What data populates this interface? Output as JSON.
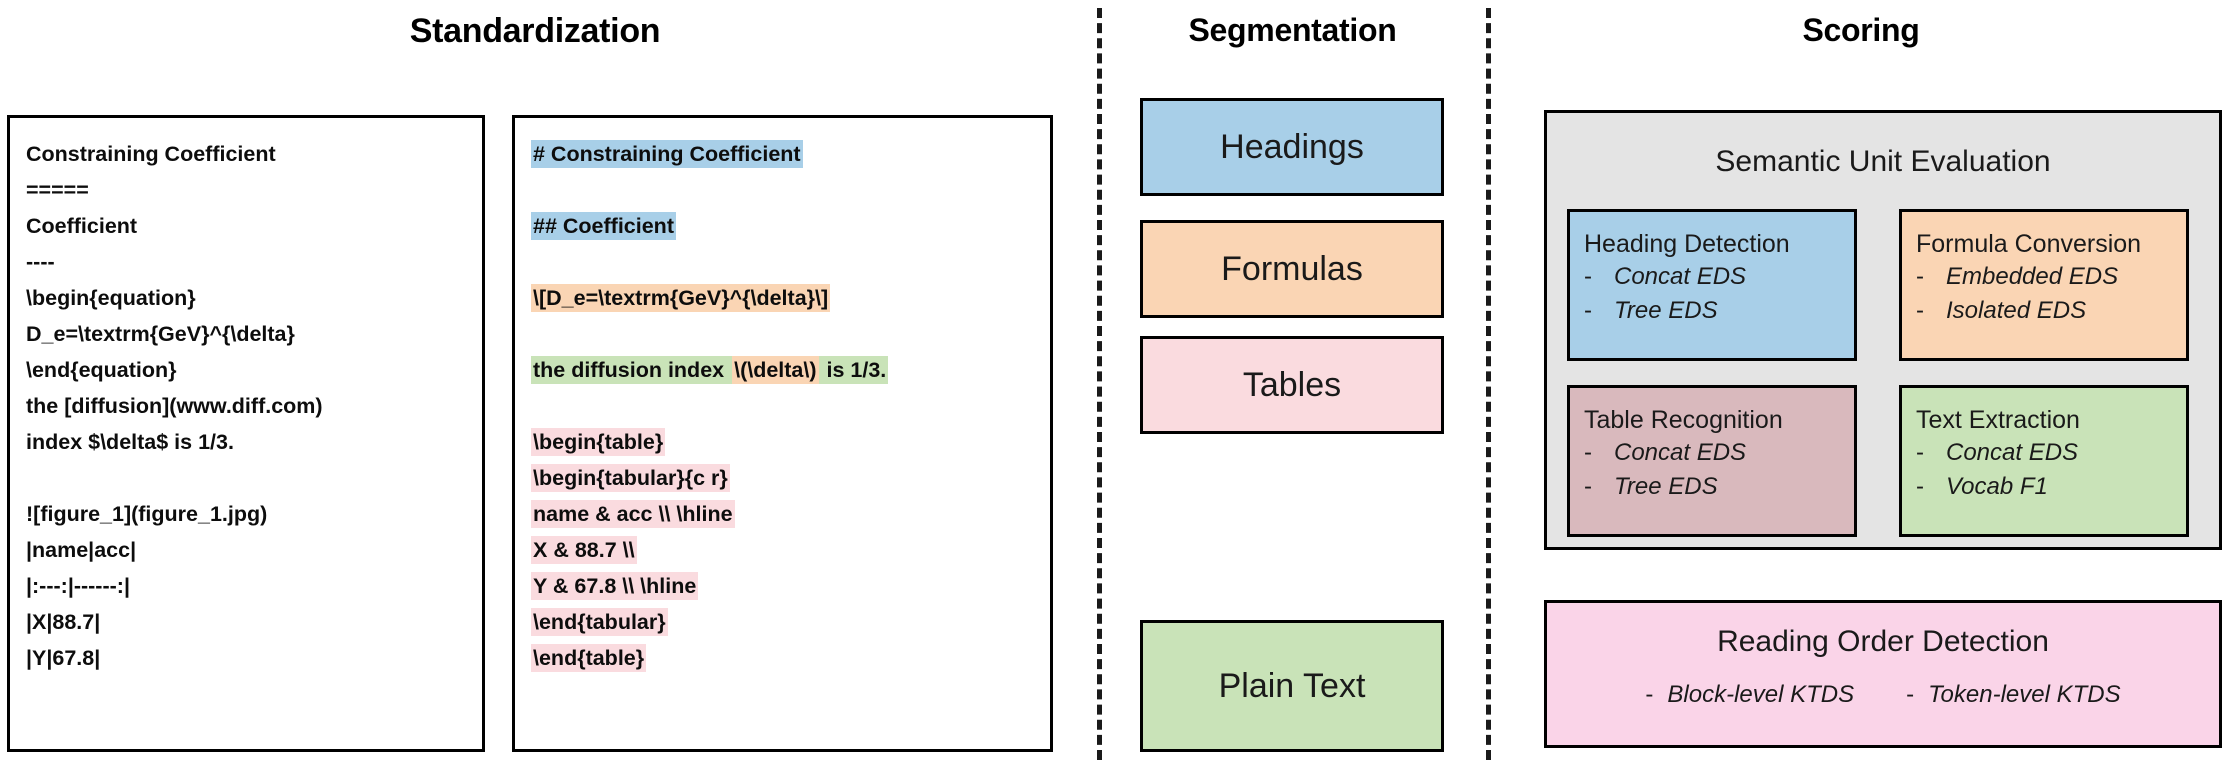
{
  "columns": {
    "standardization": "Standardization",
    "segmentation": "Segmentation",
    "scoring": "Scoring"
  },
  "standardization": {
    "raw_panel": {
      "lines": [
        "Constraining Coefficient",
        "=====",
        "Coefficient",
        "----",
        "\\begin{equation}",
        "D_e=\\textrm{GeV}^{\\delta}",
        "\\end{equation}",
        "the [diffusion](www.diff.com)",
        "index $\\delta$ is 1/3.",
        "",
        "![figure_1](figure_1.jpg)",
        "|name|acc|",
        "|:---:|------:|",
        "|X|88.7|",
        "|Y|67.8|"
      ]
    },
    "markdown_panel": {
      "lines": [
        {
          "segments": [
            {
              "text": "# Constraining Coefficient",
              "type": "heading"
            }
          ]
        },
        {
          "segments": []
        },
        {
          "segments": [
            {
              "text": "## Coefficient",
              "type": "heading"
            }
          ]
        },
        {
          "segments": []
        },
        {
          "segments": [
            {
              "text": "\\[D_e=\\textrm{GeV}^{\\delta}\\]",
              "type": "formula"
            }
          ]
        },
        {
          "segments": []
        },
        {
          "segments": [
            {
              "text": "the diffusion index ",
              "type": "text"
            },
            {
              "text": "\\(\\delta\\)",
              "type": "formula"
            },
            {
              "text": " is 1/3.",
              "type": "text"
            }
          ]
        },
        {
          "segments": []
        },
        {
          "segments": [
            {
              "text": "\\begin{table}",
              "type": "table"
            }
          ]
        },
        {
          "segments": [
            {
              "text": "\\begin{tabular}{c r}",
              "type": "table"
            }
          ]
        },
        {
          "segments": [
            {
              "text": "name & acc \\\\ \\hline",
              "type": "table"
            }
          ]
        },
        {
          "segments": [
            {
              "text": "X & 88.7 \\\\",
              "type": "table"
            }
          ]
        },
        {
          "segments": [
            {
              "text": "Y & 67.8 \\\\ \\hline",
              "type": "table"
            }
          ]
        },
        {
          "segments": [
            {
              "text": "\\end{tabular}",
              "type": "table"
            }
          ]
        },
        {
          "segments": [
            {
              "text": "\\end{table}",
              "type": "table"
            }
          ]
        }
      ]
    }
  },
  "segmentation": {
    "boxes": [
      {
        "label": "Headings",
        "color": "#a8cfe8"
      },
      {
        "label": "Formulas",
        "color": "#fad5b4"
      },
      {
        "label": "Tables",
        "color": "#fadbdf"
      },
      {
        "label": "Plain Text",
        "color": "#c9e3b8"
      }
    ]
  },
  "scoring": {
    "group_title": "Semantic Unit Evaluation",
    "cards": [
      {
        "title": "Heading Detection",
        "bullets": [
          "Concat EDS",
          "Tree EDS"
        ],
        "color": "#a8cfe8"
      },
      {
        "title": "Formula Conversion",
        "bullets": [
          "Embedded EDS",
          "Isolated EDS"
        ],
        "color": "#fad5b4"
      },
      {
        "title": "Table Recognition",
        "bullets": [
          "Concat EDS",
          "Tree EDS"
        ],
        "color": "#d9b9bd"
      },
      {
        "title": "Text Extraction",
        "bullets": [
          "Concat EDS",
          "Vocab F1"
        ],
        "color": "#c9e3b8"
      }
    ],
    "reading_order": {
      "title": "Reading Order Detection",
      "bullets": [
        "Block-level KTDS",
        "Token-level KTDS"
      ],
      "color": "#fad4e8"
    },
    "bullet_dash": "-"
  },
  "palette": {
    "heading_highlight": "#a8cfe8",
    "formula_highlight": "#fad5b4",
    "table_highlight": "#fadbdf",
    "text_highlight": "#c9e3b8",
    "group_background": "#e4e4e4",
    "reading_order_background": "#fad4e8",
    "table_card": "#d9b9bd",
    "border": "#000000"
  }
}
